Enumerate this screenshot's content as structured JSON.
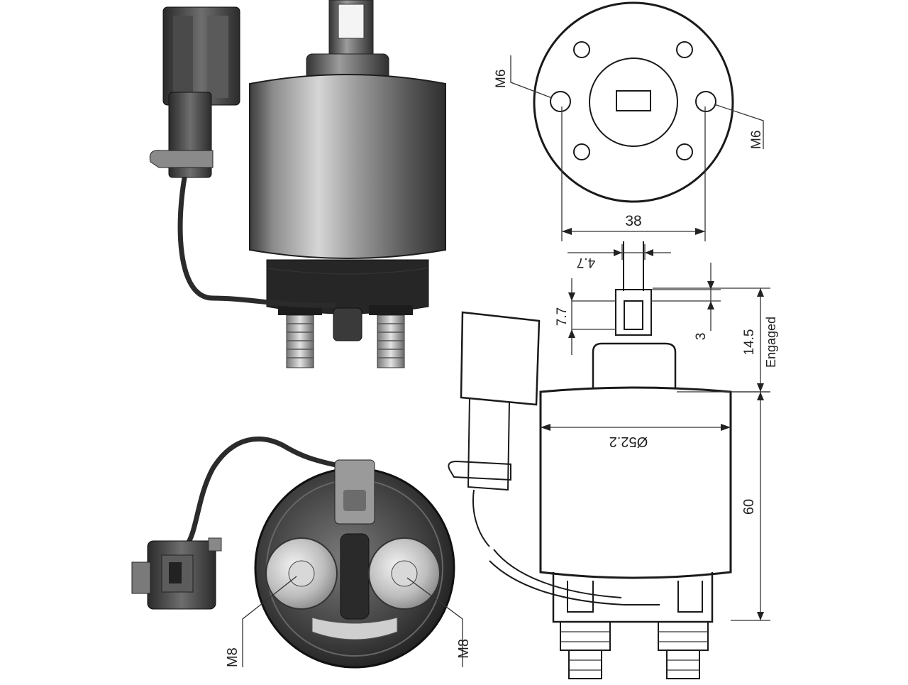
{
  "photo_top": {},
  "photo_bottom": {
    "terminal_label_left": "M8",
    "terminal_label_right": "M8"
  },
  "end_view": {
    "hole_label_left": "M6",
    "hole_label_right": "M6",
    "width_label": "38"
  },
  "side_view": {
    "plunger_width": "4.7",
    "slot_height": "7.7",
    "slot_offset": "3",
    "stroke_value": "14.5",
    "stroke_note": "Engaged",
    "body_diameter": "Ø52.2",
    "body_length": "60"
  }
}
